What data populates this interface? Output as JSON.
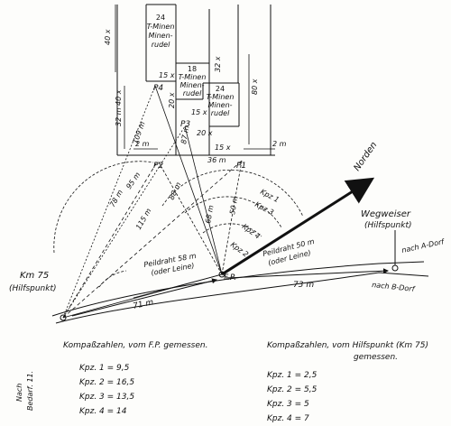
{
  "mine_groups": [
    {
      "label_lines": [
        "24",
        "T-Minen",
        "Minen-",
        "rudel"
      ]
    },
    {
      "label_lines": [
        "18",
        "T-Minen",
        "Minen-",
        "rudel"
      ]
    },
    {
      "label_lines": [
        "24",
        "T-Minen",
        "Minen-",
        "rudel"
      ]
    }
  ],
  "dims": {
    "top_left": "40 x",
    "right": "80 x",
    "upper_small": "32 x",
    "mid_left": "32 m 40 x",
    "left_diag": "109 m",
    "p4_20": "20 x",
    "p3_20": "20 x",
    "p3_side": "87 m",
    "w15a": "15 x",
    "w15b": "15 x",
    "w15c": "15 x",
    "base_2m_left": "2 m",
    "base_36m": "36 m",
    "base_2m_right": "2 m"
  },
  "points": {
    "p1": "P1",
    "p2": "P2",
    "p3": "P3",
    "p4": "P4",
    "fp": "F.P."
  },
  "rays": {
    "r1": "115 m",
    "r2": "78 m",
    "r3": "68 m",
    "r4": "88 m",
    "r5": "50 m",
    "r6": "95 m"
  },
  "angles": {
    "k1": "Kpz 1",
    "k2": "Kpz 2",
    "k3": "Kpz 3",
    "k4": "Kpz 4"
  },
  "north": "Norden",
  "peildraht_right": [
    "Peildraht 50 m",
    "(oder Leine)"
  ],
  "peildraht_left": [
    "Peildraht 58 m",
    "(oder Leine)"
  ],
  "km75": [
    "Km 75",
    "(Hilfspunkt)"
  ],
  "wegweiser": [
    "Wegweiser",
    "(Hilfspunkt)"
  ],
  "road_a": "nach A-Dorf",
  "road_b": "nach B-Dorf",
  "road_dist_right": "73 m",
  "road_dist_left": "71 m",
  "legend_left": {
    "title": "Kompaßzahlen, vom F.P. gemessen.",
    "rows": [
      "Kpz. 1 = 9,5",
      "Kpz. 2 = 16,5",
      "Kpz. 3 = 13,5",
      "Kpz. 4 = 14"
    ]
  },
  "legend_right": {
    "title_lines": [
      "Kompaßzahlen, vom Hilfspunkt (Km 75)",
      "gemessen."
    ],
    "rows": [
      "Kpz. 1 = 2,5",
      "Kpz. 2 = 5,5",
      "Kpz. 3 = 5",
      "Kpz. 4 = 7"
    ]
  },
  "margin_note": [
    "Nach",
    "Bedarf. 11."
  ]
}
